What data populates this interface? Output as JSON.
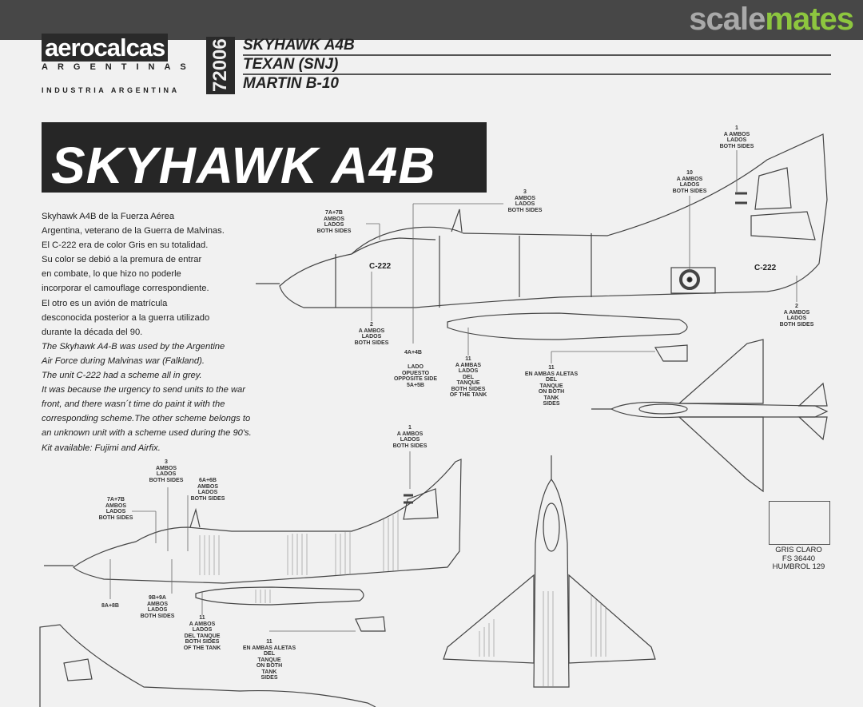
{
  "site_header": {
    "logo_part1": "scale",
    "logo_part2": "mates",
    "colors": {
      "bar": "#474747",
      "accent": "#8dc63f"
    }
  },
  "brand": {
    "name": "aerocalcas",
    "sub": "ARGENTINAS",
    "industry": "INDUSTRIA ARGENTINA",
    "sheet_code": "72006"
  },
  "subjects": [
    "SKYHAWK A4B",
    "TEXAN (SNJ)",
    "MARTIN B-10"
  ],
  "banner_title": "SKYHAWK A4B",
  "description": {
    "es": [
      "Skyhawk A4B de la Fuerza Aérea",
      "Argentina, veterano de la Guerra de Malvinas.",
      "El C-222 era de color Gris en su totalidad.",
      "Su color se debió a  la premura de entrar",
      "en combate, lo que hizo no poderle",
      "incorporar el camouflage correspondiente.",
      "El otro es un avión de matrícula",
      "desconocida posterior a la guerra utilizado",
      "durante la década del 90."
    ],
    "en": [
      "The Skyhawk A4-B was used by the Argentine",
      "Air Force during Malvinas war (Falkland).",
      "The unit C-222 had a scheme all in grey.",
      "It was because the urgency to send units to the war",
      "front, and there wasn´t time do paint it with the",
      "corresponding scheme.The other scheme belongs to",
      "an unknown unit with a scheme used during the 90's.",
      "Kit available: Fujimi and Airfix."
    ]
  },
  "aircraft_markings": {
    "serial_nose": "C-222",
    "serial_tail": "C-222"
  },
  "callouts_top": [
    "1\nA AMBOS\nLADOS\nBOTH SIDES",
    "10\nA AMBOS\nLADOS\nBOTH SIDES",
    "3\nAMBOS\nLADOS\nBOTH SIDES",
    "7A+7B\nAMBOS\nLADOS\nBOTH SIDES",
    "2\nA AMBOS\nLADOS\nBOTH SIDES",
    "4A+4B",
    "LADO\nOPUESTO\nOPPOSITE SIDE\n5A+5B",
    "11\nA AMBAS\nLADOS\nDEL\nTANQUE\nBOTH SIDES\nOF THE TANK",
    "11\nEN AMBAS ALETAS\nDEL\nTANQUE\nON BOTH\nTANK\nSIDES",
    "2\nA AMBOS\nLADOS\nBOTH SIDES"
  ],
  "callouts_bottom": [
    "1\nA AMBOS\nLADOS\nBOTH SIDES",
    "3\nAMBOS\nLADOS\nBOTH SIDES",
    "6A+6B\nAMBOS\nLADOS\nBOTH SIDES",
    "7A+7B\nAMBOS\nLADOS\nBOTH SIDES",
    "8A+8B",
    "9B+9A\nAMBOS\nLADOS\nBOTH SIDES",
    "11\nA AMBOS\nLADOS\nDEL TANQUE\nBOTH SIDES\nOF THE TANK",
    "11\nEN AMBAS ALETAS\nDEL\nTANQUE\nON BOTH\nTANK\nSIDES"
  ],
  "color_swatch": {
    "label": "GRIS CLARO\nFS 36440\nHUMBROL 129"
  }
}
